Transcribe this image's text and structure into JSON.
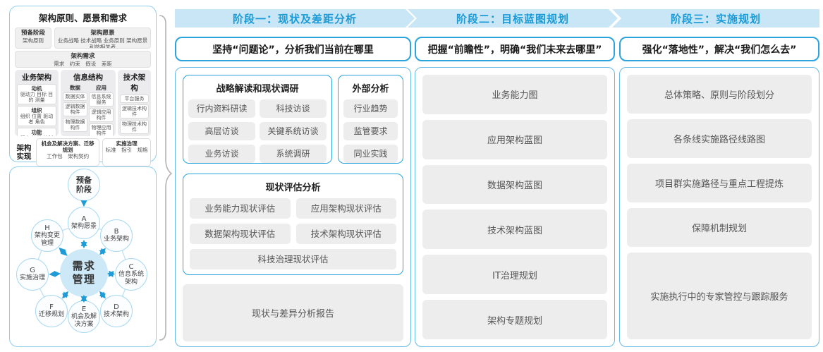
{
  "colors": {
    "header_bg": "#c9e6f6",
    "header_text": "#1a9bd7",
    "blue_border": "#2ba3dc",
    "panel_border": "#8ecdec",
    "gray_box": "#ededee",
    "arrow_blue": "#1f9cd8",
    "brace_gray": "#b3b3b3",
    "center_fill": "#cde9f8"
  },
  "left_top": {
    "title": "架构原则、愿景和需求",
    "prep": {
      "title": "预备阶段",
      "sub": "架构原则"
    },
    "vision": {
      "title": "架构愿景",
      "sub": "业务战略 技术战略 业务原则 架构愿景 利益相关者"
    },
    "require": {
      "title": "架构需求",
      "sub": "需求　约束　假设　差距"
    },
    "business": {
      "title": "业务架构",
      "groups": [
        {
          "t": "动机",
          "d": "驱动力 目标 目的 测量"
        },
        {
          "t": "组织",
          "d": "组织 位置 驱动者 角色"
        },
        {
          "t": "功能",
          "d": "服务 流程 控制 功能"
        }
      ]
    },
    "info": {
      "title": "信息结构",
      "cols": [
        {
          "t": "数据",
          "items": [
            "数据实体",
            "逻辑数据构件",
            "物理数据构件"
          ]
        },
        {
          "t": "应用",
          "items": [
            "信息系统服务",
            "逻辑应用构件",
            "物理应用构件"
          ]
        }
      ]
    },
    "tech": {
      "title": "技术架构",
      "items": [
        "平台服务",
        "逻辑技术构件",
        "物理技术构件"
      ]
    },
    "impl": {
      "label": "架构实现",
      "boxes": [
        {
          "t": "机会及解决方案、迁移规划",
          "d": "工作包　架构契约"
        },
        {
          "t": "实施治理",
          "d": "标准　指引　规格"
        }
      ]
    }
  },
  "adm": {
    "prep": "预备阶段",
    "center": "需求管理",
    "nodes": [
      {
        "id": "A",
        "label": "架构愿景"
      },
      {
        "id": "B",
        "label": "业务架构"
      },
      {
        "id": "C",
        "label": "信息系统架构"
      },
      {
        "id": "D",
        "label": "技术架构"
      },
      {
        "id": "E",
        "label": "机会及解决方案"
      },
      {
        "id": "F",
        "label": "迁移规划"
      },
      {
        "id": "G",
        "label": "实施治理"
      },
      {
        "id": "H",
        "label": "架构变更管理"
      }
    ]
  },
  "phase1": {
    "header": "阶段一：现状及差距分析",
    "subtitle": "坚持“问题论”，分析我们当前在哪里",
    "strategy": {
      "title": "战略解读和现状调研",
      "items": [
        "行内资料研读",
        "科技访谈",
        "高层访谈",
        "关键系统访谈",
        "业务访谈",
        "系统调研"
      ]
    },
    "external": {
      "title": "外部分析",
      "items": [
        "行业趋势",
        "监管要求",
        "同业实践"
      ]
    },
    "assessment": {
      "title": "现状评估分析",
      "items": [
        "业务能力现状评估",
        "应用架构现状评估",
        "数据架构现状评估",
        "技术架构现状评估",
        "科技治理现状评估"
      ]
    },
    "report": "现状与差异分析报告"
  },
  "phase2": {
    "header": "阶段二：目标蓝图规划",
    "subtitle": "把握“前瞻性”，明确“我们未来去哪里”",
    "items": [
      "业务能力图",
      "应用架构蓝图",
      "数据架构蓝图",
      "技术架构蓝图",
      "IT治理规划",
      "架构专题规划"
    ]
  },
  "phase3": {
    "header": "阶段三：实施规划",
    "subtitle": "强化“落地性”，解决“我们怎么去”",
    "items": [
      "总体策略、原则与阶段划分",
      "各条线实施路径线路图",
      "项目群实施路径与重点工程提炼",
      "保障机制规划",
      "实施执行中的专家管控与跟踪服务"
    ]
  }
}
